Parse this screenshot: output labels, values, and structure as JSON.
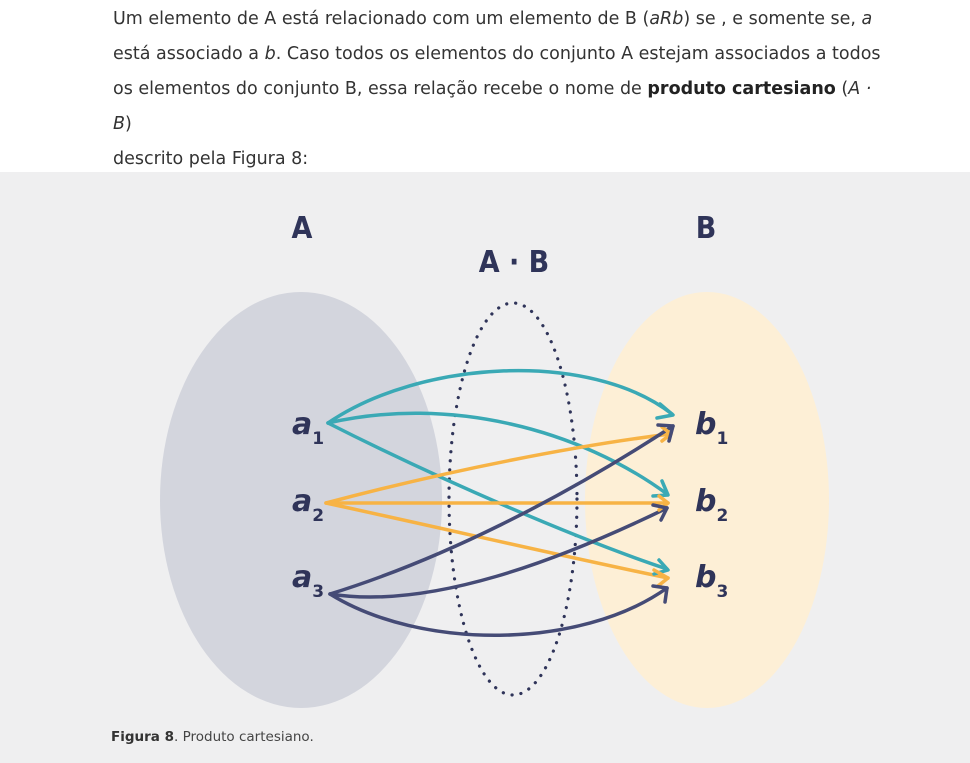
{
  "paragraph": {
    "t1": "Um elemento de A está relacionado com um elemento de B (",
    "t2": "aRb",
    "t3": ") se , e somente se, ",
    "t4": "a",
    "t5": " está associado a ",
    "t6": "b",
    "t7": ". Caso todos os elementos do conjunto A estejam associados a todos os elementos do conjunto B, essa relação recebe o nome de ",
    "t8": "produto cartesiano",
    "t9": " (",
    "t10": "A · B",
    "t11": ")",
    "t12": " descrito pela Figura 8:"
  },
  "diagram": {
    "set_a_label": "A",
    "set_b_label": "B",
    "product_label": "A · B",
    "a_elements": [
      {
        "letter": "a",
        "index": "1"
      },
      {
        "letter": "a",
        "index": "2"
      },
      {
        "letter": "a",
        "index": "3"
      }
    ],
    "b_elements": [
      {
        "letter": "b",
        "index": "1"
      },
      {
        "letter": "b",
        "index": "2"
      },
      {
        "letter": "b",
        "index": "3"
      }
    ],
    "colors": {
      "set_a_fill": "#d3d5dd",
      "set_b_fill": "#fdefd6",
      "panel_bg": "#efeff0",
      "arrow_a1": "#3aa9b5",
      "arrow_a2": "#f7b345",
      "arrow_a3": "#454b76",
      "label": "#2f3459"
    }
  },
  "caption": {
    "bold": "Figura 8",
    "text": ". Produto cartesiano."
  }
}
